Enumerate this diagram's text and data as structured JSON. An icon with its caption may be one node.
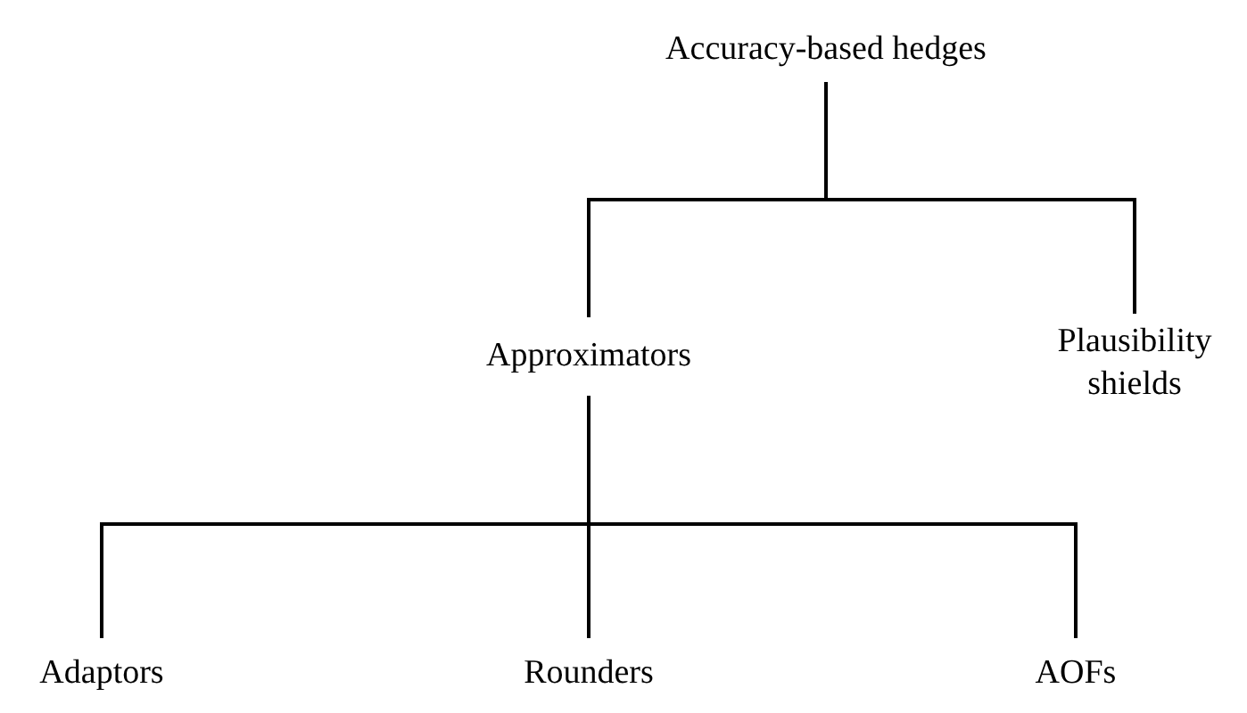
{
  "diagram": {
    "nodes": [
      {
        "text": [
          "Accuracy-based hedges"
        ]
      },
      {
        "text": [
          "Approximators"
        ]
      },
      {
        "text": [
          "Plausibility shields"
        ]
      },
      {
        "text": [
          "Adaptors"
        ]
      },
      {
        "text": [
          "Rounders"
        ]
      },
      {
        "text": [
          "AOFs"
        ]
      }
    ],
    "edges": [
      {
        "from": 0,
        "to": 1,
        "arrow": "none"
      },
      {
        "from": 0,
        "to": 2,
        "arrow": "none"
      },
      {
        "from": 1,
        "to": 3,
        "arrow": "none"
      },
      {
        "from": 1,
        "to": 4,
        "arrow": "none"
      },
      {
        "from": 1,
        "to": 5,
        "arrow": "none"
      }
    ]
  }
}
